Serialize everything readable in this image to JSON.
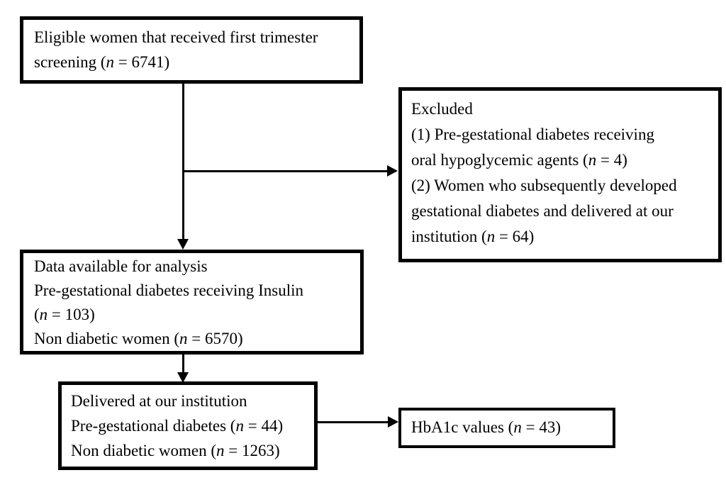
{
  "colors": {
    "background": "#ffffff",
    "box_border": "#000000",
    "text": "#000000",
    "connector": "#000000"
  },
  "diagram": {
    "type": "flowchart",
    "boxes": {
      "eligible": {
        "lines": [
          "Eligible women that received first trimester",
          "screening (n = 6741)"
        ]
      },
      "excluded": {
        "lines": [
          "Excluded",
          "(1) Pre-gestational diabetes receiving",
          "oral hypoglycemic agents (n = 4)",
          "(2) Women who subsequently developed",
          "gestational diabetes and delivered at our",
          "institution (n = 64)"
        ]
      },
      "available": {
        "lines": [
          "Data available for analysis",
          "Pre-gestational diabetes receiving Insulin",
          "(n = 103)",
          "Non diabetic women (n = 6570)"
        ]
      },
      "delivered": {
        "lines": [
          "Delivered at our institution",
          "Pre-gestational diabetes (n = 44)",
          "Non diabetic women (n = 1263)"
        ]
      },
      "hba1c": {
        "lines": [
          "HbA1c values (n = 43)"
        ]
      }
    },
    "connectors": [
      {
        "from": "eligible",
        "to": "available",
        "shape": "vertical-arrow"
      },
      {
        "from": "eligible-to-available-line",
        "to": "excluded",
        "shape": "horizontal-arrow"
      },
      {
        "from": "available",
        "to": "delivered",
        "shape": "vertical-arrow"
      },
      {
        "from": "delivered",
        "to": "hba1c",
        "shape": "horizontal-arrow"
      }
    ]
  }
}
